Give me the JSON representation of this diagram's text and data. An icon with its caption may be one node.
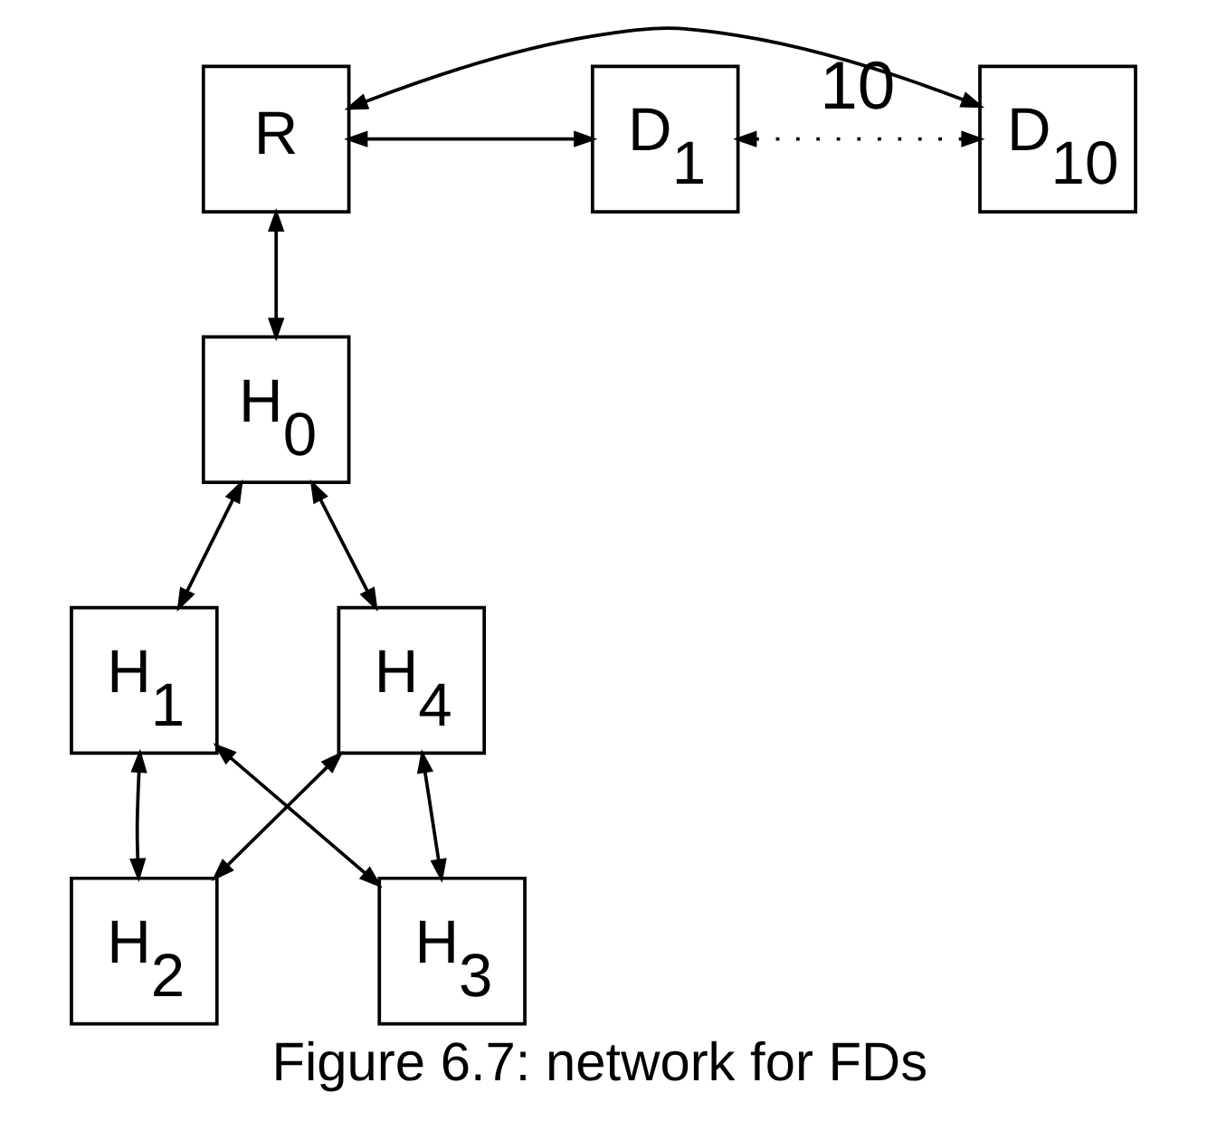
{
  "diagram": {
    "caption": "Figure 6.7: network for FDs",
    "nodes": [
      {
        "text": [
          "R"
        ]
      },
      {
        "text": [
          "D$_{1}$"
        ]
      },
      {
        "text": [
          "D$_{10}$"
        ]
      },
      {
        "text": [
          "H$_{0}$"
        ]
      },
      {
        "text": [
          "H$_{1}$"
        ]
      },
      {
        "text": [
          "H$_{4}$"
        ]
      },
      {
        "text": [
          "H$_{2}$"
        ]
      },
      {
        "text": [
          "H$_{3}$"
        ]
      }
    ],
    "edges": [
      {
        "from": 0,
        "to": 2,
        "arrow": "both"
      },
      {
        "from": 0,
        "to": 1,
        "arrow": "both"
      },
      {
        "from": 1,
        "to": 2,
        "arrow": "both",
        "label": "10",
        "style": "dashed"
      },
      {
        "from": 0,
        "to": 3,
        "arrow": "both"
      },
      {
        "from": 3,
        "to": 4,
        "arrow": "both"
      },
      {
        "from": 3,
        "to": 5,
        "arrow": "both"
      },
      {
        "from": 4,
        "to": 6,
        "arrow": "both"
      },
      {
        "from": 5,
        "to": 7,
        "arrow": "both"
      },
      {
        "from": 4,
        "to": 7,
        "arrow": "both"
      },
      {
        "from": 5,
        "to": 6,
        "arrow": "both"
      }
    ]
  }
}
